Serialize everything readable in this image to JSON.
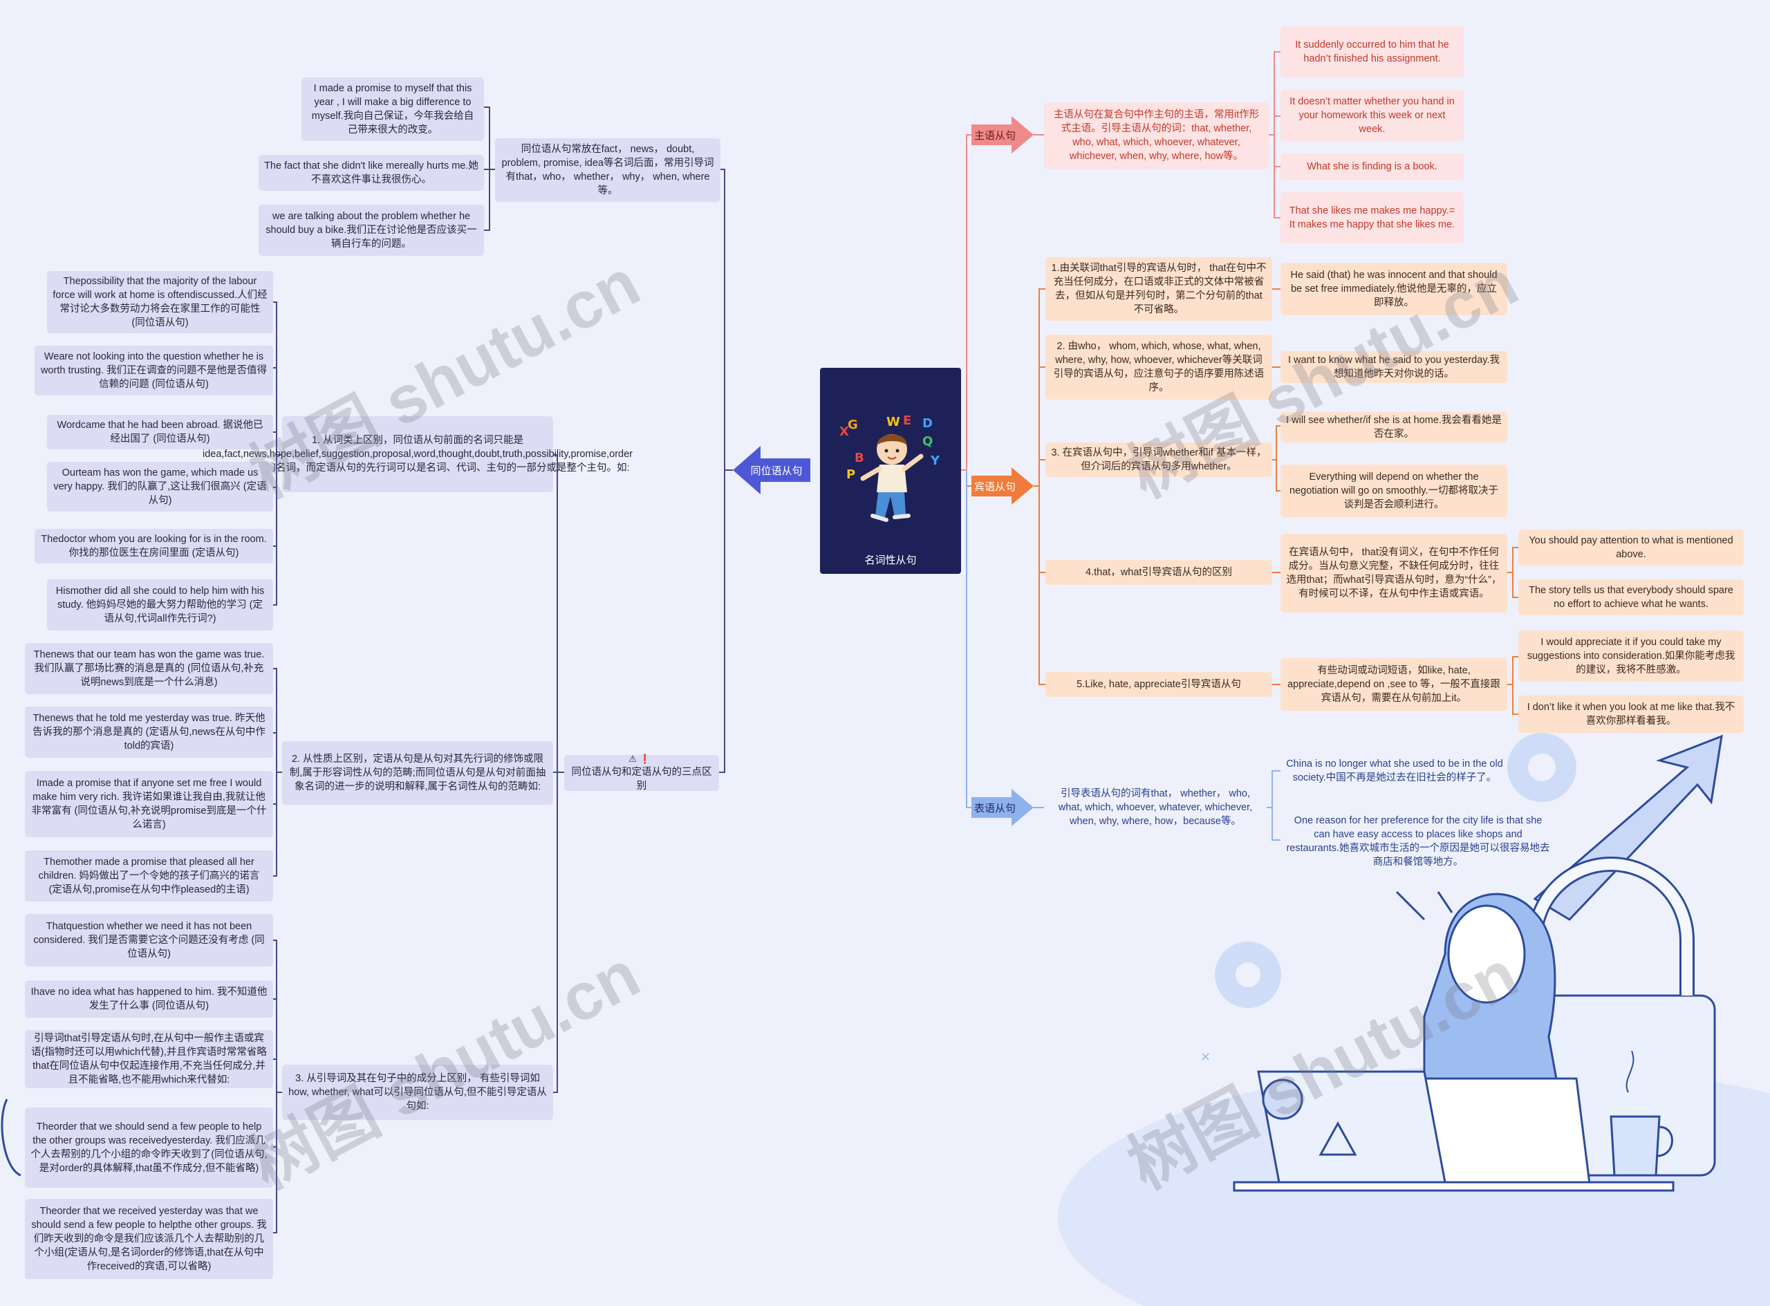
{
  "center": {
    "title": "名词性从句",
    "letters": [
      "X",
      "G",
      "W",
      "E",
      "D",
      "B",
      "Q",
      "P",
      "Y"
    ]
  },
  "left": {
    "branch": "同位语从句",
    "top_group": {
      "summary": "同位语从句常放在fact， news， doubt, problem, promise, idea等名词后面，常用引导词有that，who， whether， why， when, where等。",
      "examples": [
        "I made a promise to myself that this year , I will make a big difference to myself.我向自己保证，今年我会给自己带来很大的改变。",
        "The fact that she didn't like mereally hurts me.她不喜欢这件事让我很伤心。",
        "we are talking about the problem whether he should buy a bike.我们正在讨论他是否应该买一辆自行车的问题。"
      ]
    },
    "diff_group": {
      "summary": "同位语从句和定语从句的三点区别",
      "points": [
        {
          "text": "1. 从词类上区别，同位语从句前面的名词只能是idea,fact,news,hope,belief,suggestion,proposal,word,thought,doubt,truth,possibility,promise,order等有一定内涵的名词，而定语从句的先行词可以是名词、代词、主句的一部分或是整个主句。如:",
          "examples": [
            "Thepossibility that the majority of the labour force will work at home is oftendiscussed.人们经常讨论大多数劳动力将会在家里工作的可能性 (同位语从句)",
            "Weare not looking into the question whether he is worth trusting. 我们正在调查的问题不是他是否值得信赖的问题 (同位语从句)",
            "Wordcame that he had been abroad. 据说他已经出国了 (同位语从句)",
            "Ourteam has won the game, which made us very happy. 我们的队赢了,这让我们很高兴 (定语从句)",
            "Thedoctor whom you are looking for is in the room. 你找的那位医生在房间里面 (定语从句)",
            "Hismother did all she could to help him with his study. 他妈妈尽她的最大努力帮助他的学习 (定语从句,代词all作先行词?)"
          ]
        },
        {
          "text": "2. 从性质上区别，定语从句是从句对其先行词的修饰或限制,属于形容词性从句的范畴;而同位语从句是从句对前面抽象名词的进一步的说明和解释,属于名词性从句的范畴如:",
          "examples": [
            "Thenews that our team has won the game was true. 我们队赢了那场比赛的消息是真的 (同位语从句,补充说明news到底是一个什么消息)",
            "Thenews that he told me yesterday was true. 昨天他告诉我的那个消息是真的 (定语从句,news在从句中作told的宾语)",
            "Imade a promise that if anyone set me free I would make him very rich. 我许诺如果谁让我自由,我就让他非常富有 (同位语从句,补充说明promise到底是一个什么诺言)",
            "Themother made a promise that pleased all her children. 妈妈做出了一个令她的孩子们高兴的诺言 (定语从句,promise在从句中作pleased的主语)"
          ]
        },
        {
          "text": "3. 从引导词及其在句子中的成分上区别， 有些引导词如how, whether, what可以引导同位语从句,但不能引导定语从句如:",
          "examples": [
            "Thatquestion whether we need it has not been considered. 我们是否需要它这个问题还没有考虑 (同位语从句)",
            "Ihave no idea what has happened to him. 我不知道他发生了什么事 (同位语从句)",
            "引导词that引导定语从句时,在从句中一般作主语或宾语(指物时还可以用which代替),并且作宾语时常常省略that在同位语从句中仅起连接作用,不充当任何成分,并且不能省略,也不能用which来代替如:",
            "Theorder that we should send a few people to help the other groups was receivedyesterday. 我们应派几个人去帮别的几个小组的命令昨天收到了(同位语从句,是对order的具体解释,that虽不作成分,但不能省略)",
            "Theorder that we received yesterday was that we should send a few people to helpthe other groups. 我们昨天收到的命令是我们应该派几个人去帮助别的几个小组(定语从句,是名词order的修饰语,that在从句中作received的宾语,可以省略)"
          ]
        }
      ]
    }
  },
  "right": {
    "subject": {
      "branch": "主语从句",
      "summary": "主语从句在复合句中作主句的主语，常用it作形式主语。引导主语从句的词：that, whether, who, what, which, whoever, whatever, whichever, when, why, where, how等。",
      "examples": [
        "It suddenly occurred to him that he hadn’t finished his assignment.",
        "It doesn’t matter whether you hand in your homework this week or next week.",
        "What she is finding is a book.",
        "That she likes me makes me happy.= It makes me happy that she likes me."
      ]
    },
    "object": {
      "branch": "宾语从句",
      "items": [
        {
          "text": "1.由关联词that引导的宾语从句时， that在句中不充当任何成分，在口语或非正式的文体中常被省去，但如从句是并列句时，第二个分句前的that不可省略。",
          "details": [
            "He said (that) he was innocent and that should be set free immediately.他说他是无辜的，应立即释放。"
          ]
        },
        {
          "text": "2. 由who， whom, which, whose, what, when, where, why, how, whoever, whichever等关联词引导的宾语从句，应注意句子的语序要用陈述语序。",
          "details": [
            "I want to know what he said to you yesterday.我想知道他昨天对你说的话。"
          ]
        },
        {
          "text": "3. 在宾语从句中，引导词whether和if 基本一样，但介词后的宾语从句多用whether。",
          "details": [
            "I will see whether/if she is at home.我会看看她是否在家。",
            "Everything will depend on whether the negotiation will go on smoothly.一切都将取决于谈判是否会顺利进行。"
          ]
        },
        {
          "text": "4.that，what引导宾语从句的区别",
          "details": [
            "在宾语从句中， that没有词义，在句中不作任何成分。当从句意义完整，不缺任何成分时，往往选用that；而what引导宾语从句时，意为“什么”，有时候可以不译，在从句中作主语或宾语。"
          ],
          "sub": [
            "You should pay attention to what is mentioned above.",
            "The story tells us that everybody should spare no effort to achieve what he wants."
          ]
        },
        {
          "text": "5.Like, hate, appreciate引导宾语从句",
          "details": [
            "有些动词或动词短语，如like, hate, appreciate,depend on ,see to 等，一般不直接跟宾语从句，需要在从句前加上it。"
          ],
          "sub": [
            "I would appreciate it if you could take my suggestions into consideration.如果你能考虑我的建议，我将不胜感激。",
            "I don’t like it when you look at me like that.我不喜欢你那样看着我。"
          ]
        }
      ]
    },
    "predicative": {
      "branch": "表语从句",
      "summary": "引导表语从句的词有that， whether， who, what, which, whoever, whatever, whichever, when, why, where, how，because等。",
      "examples": [
        "China is no longer what she used to be in the old society.中国不再是她过去在旧社会的样子了。",
        "One reason for her preference for the city life is that she can have easy access to places like shops and restaurants.她喜欢城市生活的一个原因是她可以很容易地去商店和餐馆等地方。"
      ]
    }
  },
  "watermark": "树图 shutu.cn",
  "colors": {
    "left_branch": "#4e58d6",
    "subject": "#f08a8a",
    "object": "#f07c3a",
    "predicative": "#8fb2ee",
    "card": "#1d2157"
  }
}
